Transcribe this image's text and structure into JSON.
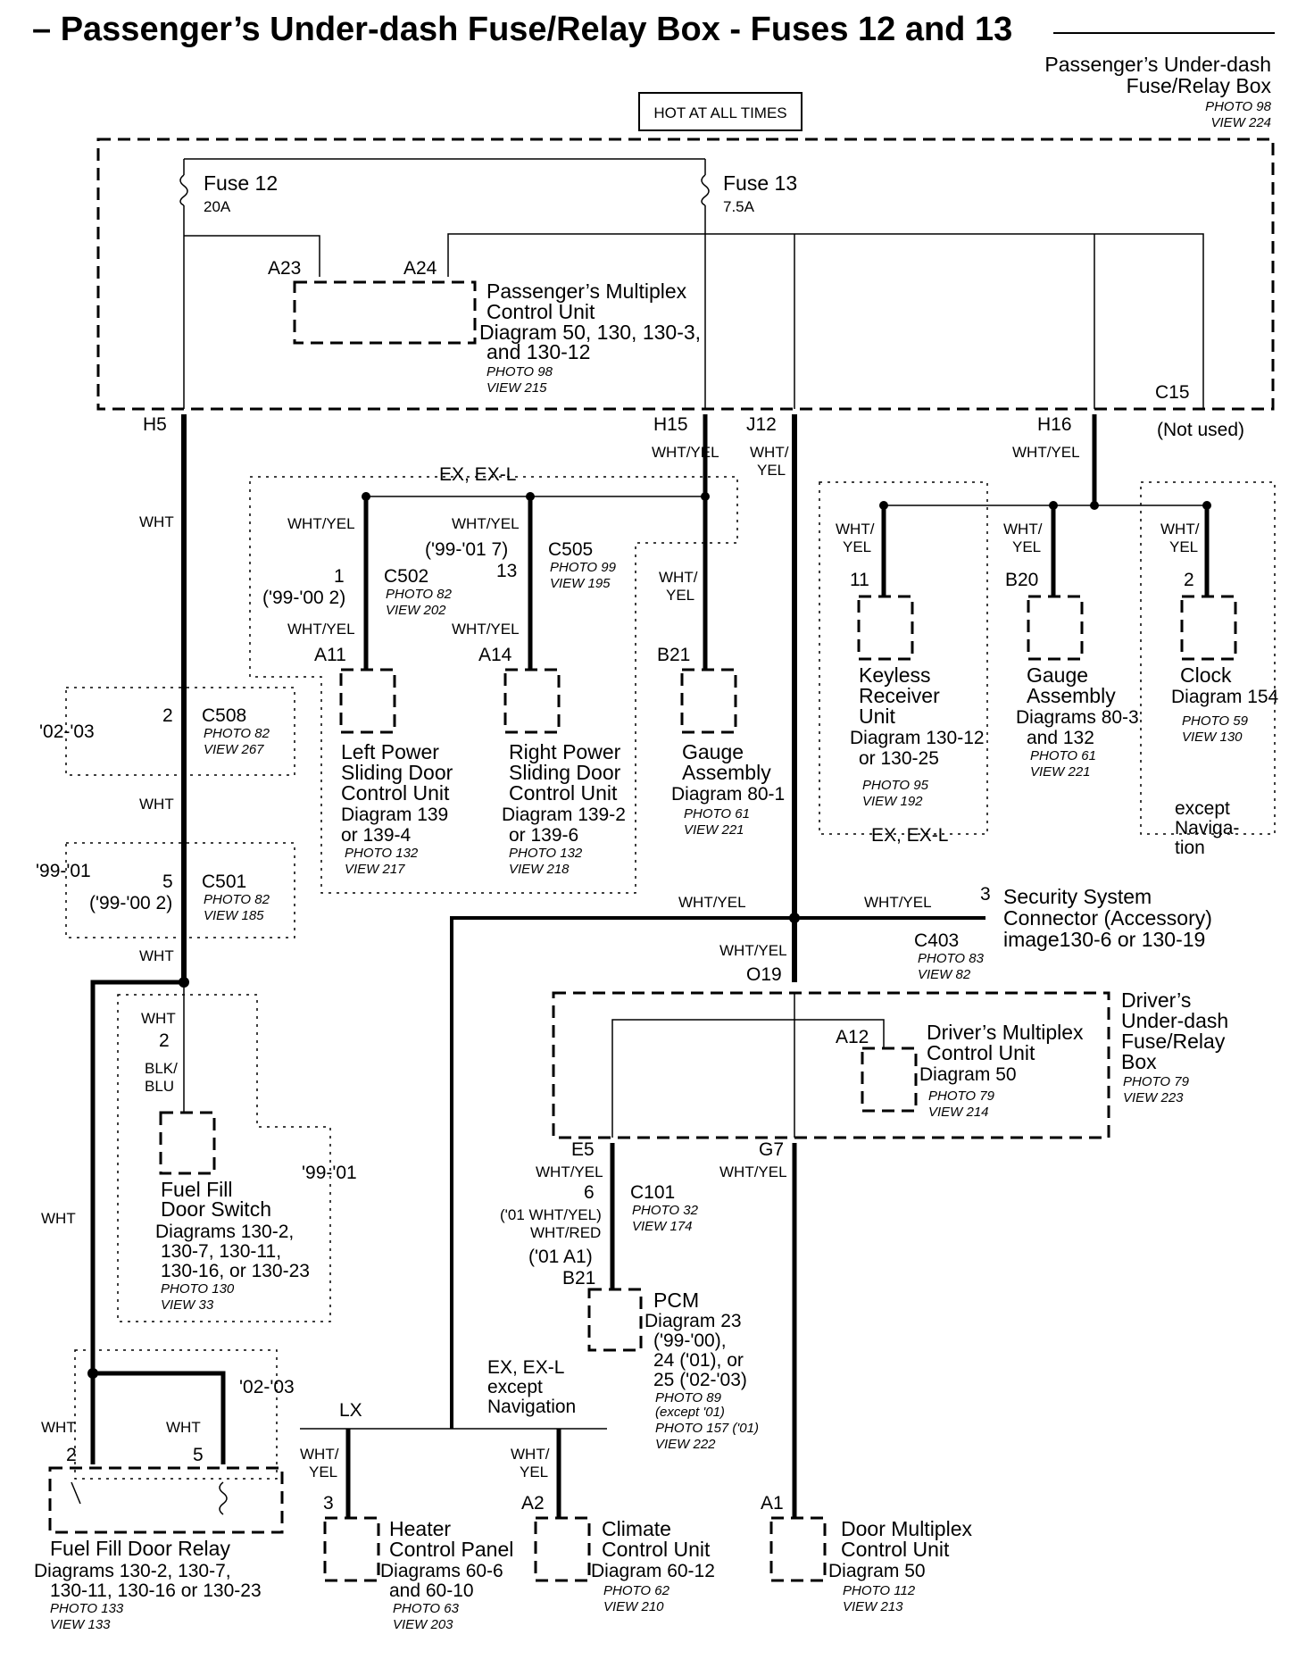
{
  "title": "– Passenger’s Under-dash Fuse/Relay Box - Fuses 12 and 13",
  "box": {
    "name1": "Passenger’s Under-dash",
    "name2": "Fuse/Relay Box",
    "photo": "PHOTO 98",
    "view": "VIEW 224",
    "hot": "HOT AT ALL TIMES"
  },
  "fuse12": {
    "name": "Fuse 12",
    "rating": "20A"
  },
  "fuse13": {
    "name": "Fuse 13",
    "rating": "7.5A"
  },
  "pmcu": {
    "pin1": "A23",
    "pin2": "A24",
    "l1": "Passenger’s Multiplex",
    "l2": "Control Unit",
    "l3": "Diagram 50, 130, 130-3,",
    "l4": "and 130-12",
    "photo": "PHOTO 98",
    "view": "VIEW 215"
  },
  "terms": {
    "h5": "H5",
    "h15": "H15",
    "j12": "J12",
    "h16": "H16",
    "c15": "C15",
    "notused": "(Not used)"
  },
  "wires": {
    "wht": "WHT",
    "whtyel": "WHT/YEL",
    "wht_": "WHT/",
    "yel": "YEL",
    "blk": "BLK/",
    "blu": "BLU",
    "whtred": "WHT/RED",
    "whtyel01": "('01 WHT/YEL)"
  },
  "exexl": "EX, EX-L",
  "c502": {
    "pin": "1",
    "alt": "('99-'00 2)",
    "name": "C502",
    "photo": "PHOTO 82",
    "view": "VIEW 202",
    "term": "A11"
  },
  "c505": {
    "alt": "('99-'01 7)",
    "pin": "13",
    "name": "C505",
    "photo": "PHOTO 99",
    "view": "VIEW 195",
    "term": "A14"
  },
  "lpsd": {
    "l1": "Left Power",
    "l2": "Sliding Door",
    "l3": "Control Unit",
    "l4": "Diagram 139",
    "l5": "or 139-4",
    "photo": "PHOTO 132",
    "view": "VIEW 217"
  },
  "rpsd": {
    "l1": "Right Power",
    "l2": "Sliding Door",
    "l3": "Control Unit",
    "l4": "Diagram 139-2",
    "l5": "or 139-6",
    "photo": "PHOTO 132",
    "view": "VIEW 218"
  },
  "gauge1": {
    "term": "B21",
    "l1": "Gauge",
    "l2": "Assembly",
    "l3": "Diagram 80-1",
    "photo": "PHOTO 61",
    "view": "VIEW 221"
  },
  "keyless": {
    "pin": "11",
    "l1": "Keyless",
    "l2": "Receiver",
    "l3": "Unit",
    "l4": "Diagram 130-12",
    "l5": "or 130-25",
    "photo": "PHOTO 95",
    "view": "VIEW 192"
  },
  "gauge2": {
    "pin": "B20",
    "l1": "Gauge",
    "l2": "Assembly",
    "l3": "Diagrams 80-3",
    "l4": "and 132",
    "photo": "PHOTO 61",
    "view": "VIEW 221"
  },
  "clock": {
    "pin": "2",
    "l1": "Clock",
    "l2": "Diagram 154",
    "photo": "PHOTO 59",
    "view": "VIEW 130",
    "n1": "except",
    "n2": "Naviga-",
    "n3": "tion"
  },
  "c508": {
    "yr": "'02-'03",
    "pin": "2",
    "name": "C508",
    "photo": "PHOTO 82",
    "view": "VIEW 267"
  },
  "c501": {
    "yr": "'99-'01",
    "pin": "5",
    "alt": "('99-'00 2)",
    "name": "C501",
    "photo": "PHOTO 82",
    "view": "VIEW 185"
  },
  "security": {
    "pin": "3",
    "l1": "Security System",
    "l2": "Connector (Accessory)",
    "l3": "image130-6 or 130-19",
    "conn": "C403",
    "photo": "PHOTO 83",
    "view": "VIEW 82"
  },
  "dbox": {
    "term": "O19",
    "l1": "Driver’s",
    "l2": "Under-dash",
    "l3": "Fuse/Relay",
    "l4": "Box",
    "photo": "PHOTO 79",
    "view": "VIEW 223",
    "e5": "E5",
    "g7": "G7"
  },
  "dmcu": {
    "pin": "A12",
    "l1": "Driver’s Multiplex",
    "l2": "Control Unit",
    "l3": "Diagram 50",
    "photo": "PHOTO 79",
    "view": "VIEW 214"
  },
  "ffds": {
    "pin": "2",
    "l1": "Fuel Fill",
    "l2": "Door Switch",
    "l3": "Diagrams 130-2,",
    "l4": "130-7, 130-11,",
    "l5": "130-16, or 130-23",
    "photo": "PHOTO 130",
    "view": "VIEW 33",
    "yr": "'99-'01"
  },
  "c101": {
    "pin": "6",
    "name": "C101",
    "photo": "PHOTO 32",
    "view": "VIEW 174",
    "alt": "('01 A1)",
    "term": "B21"
  },
  "pcm": {
    "l1": "PCM",
    "l2": "Diagram 23",
    "l3": "('99-'00),",
    "l4": "24 ('01), or",
    "l5": "25 ('02-'03)",
    "p1": "PHOTO 89",
    "p2": "(except '01)",
    "p3": "PHOTO 157 ('01)",
    "view": "VIEW 222"
  },
  "relay": {
    "yr": "'02-'03",
    "pin1": "2",
    "pin2": "5",
    "l1": "Fuel Fill Door Relay",
    "l2": "Diagrams 130-2, 130-7,",
    "l3": "130-11, 130-16 or 130-23",
    "photo": "PHOTO 133",
    "view": "VIEW 133"
  },
  "lx": "LX",
  "exnav": {
    "l1": "EX, EX-L",
    "l2": "except",
    "l3": "Navigation"
  },
  "heater": {
    "pin": "3",
    "l1": "Heater",
    "l2": "Control Panel",
    "l3": "Diagrams 60-6",
    "l4": "and 60-10",
    "photo": "PHOTO 63",
    "view": "VIEW 203"
  },
  "climate": {
    "pin": "A2",
    "l1": "Climate",
    "l2": "Control Unit",
    "l3": "Diagram 60-12",
    "photo": "PHOTO 62",
    "view": "VIEW 210"
  },
  "door": {
    "pin": "A1",
    "l1": "Door Multiplex",
    "l2": "Control Unit",
    "l3": "Diagram 50",
    "photo": "PHOTO 112",
    "view": "VIEW 213"
  }
}
